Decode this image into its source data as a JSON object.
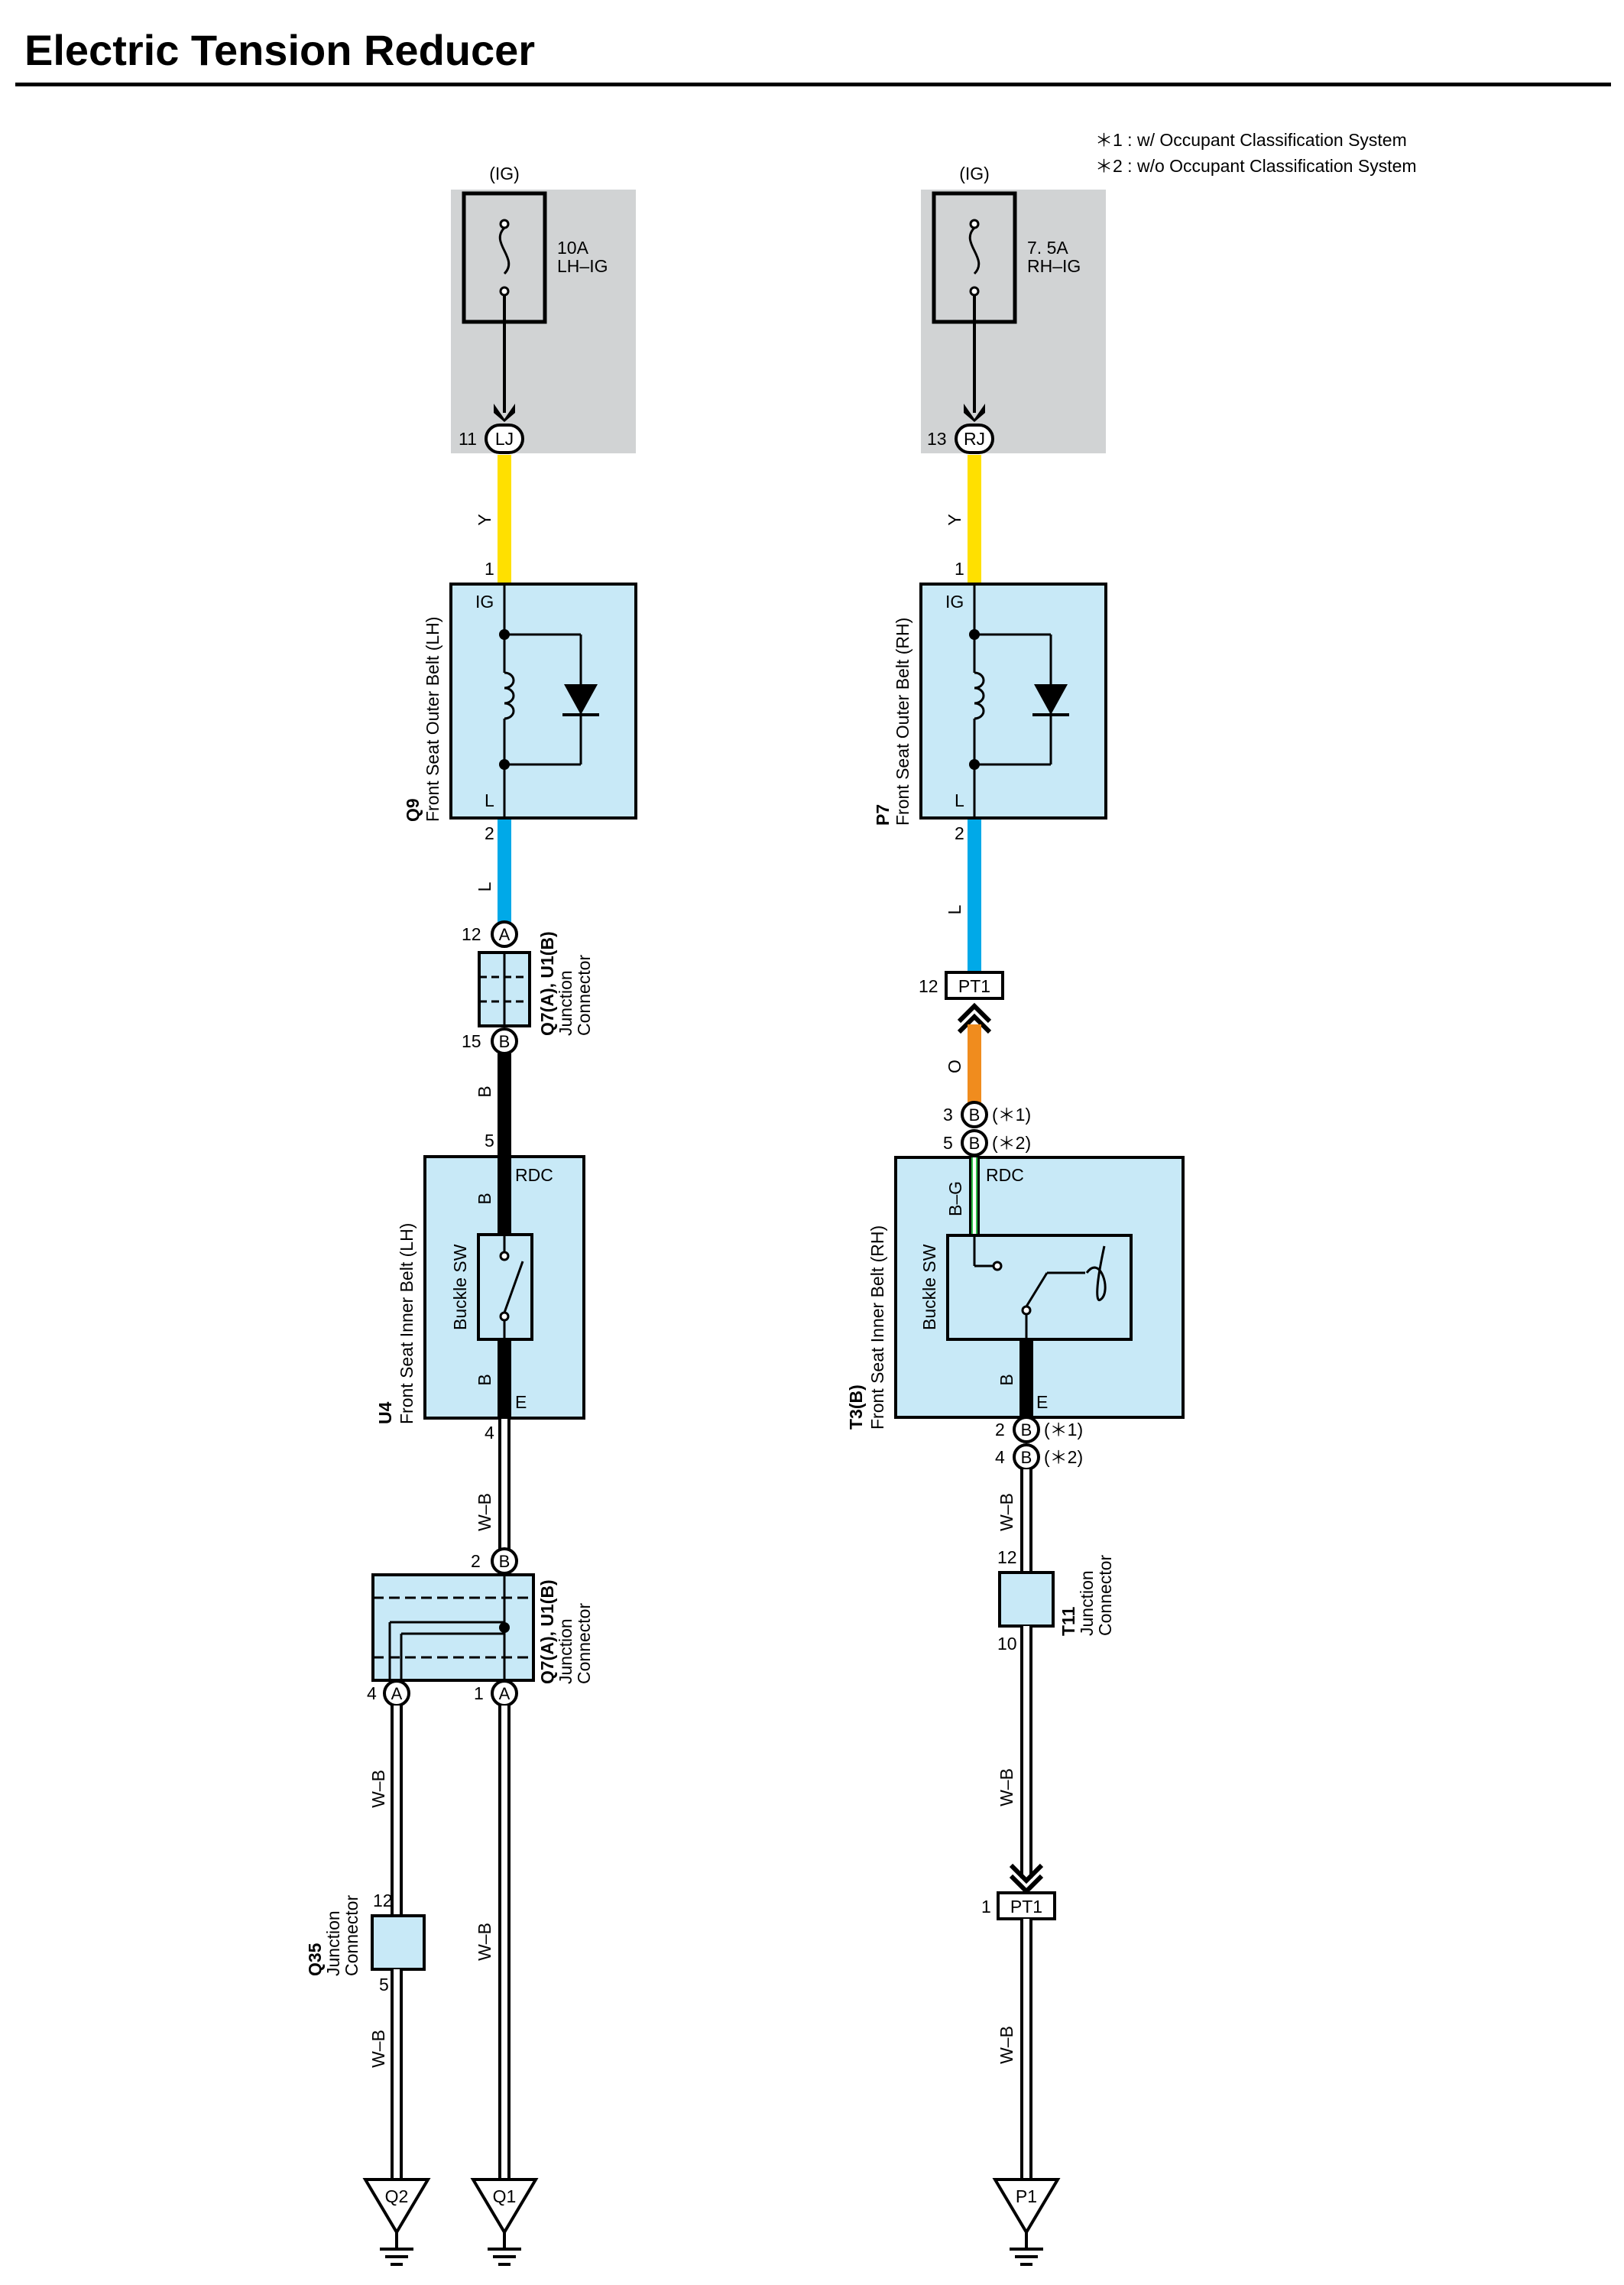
{
  "title": "Electric Tension Reducer",
  "notes": [
    "＊1 : w/ Occupant Classification System",
    "＊2 : w/o Occupant Classification System"
  ],
  "left": {
    "power": "(IG)",
    "fuse_amp": "10A",
    "fuse_name": "LH–IG",
    "j1": {
      "pin": "11",
      "code": "LJ"
    },
    "wire_y": "Y",
    "q9": {
      "pin_in": "1",
      "pin_out": "2",
      "ig": "IG",
      "l": "L",
      "id": "Q9",
      "name": "Front Seat Outer Belt (LH)"
    },
    "wire_l": "L",
    "jc1": {
      "pin_top": "12",
      "code_top": "A",
      "pin_bot": "15",
      "code_bot": "B",
      "id": "Q7(A), U1(B)",
      "name1": "Junction",
      "name2": "Connector"
    },
    "wire_b": "B",
    "u4": {
      "pin_in": "5",
      "pin_out": "4",
      "rdc": "RDC",
      "e": "E",
      "wire_top": "B",
      "wire_bot": "B",
      "sw": "Buckle SW",
      "id": "U4",
      "name": "Front Seat Inner Belt (LH)"
    },
    "wire_wb1": "W–B",
    "jc2": {
      "pin_top": "2",
      "code_top": "B",
      "pin_l": "4",
      "code_l": "A",
      "pin_r": "1",
      "code_r": "A",
      "id": "Q7(A), U1(B)",
      "name1": "Junction",
      "name2": "Connector"
    },
    "wire_wb2": "W–B",
    "wire_wb3": "W–B",
    "q35": {
      "pin_top": "12",
      "pin_bot": "5",
      "id": "Q35",
      "name1": "Junction",
      "name2": "Connector"
    },
    "wire_wb4": "W–B",
    "ground1": "Q2",
    "ground2": "Q1"
  },
  "right": {
    "power": "(IG)",
    "fuse_amp": "7. 5A",
    "fuse_name": "RH–IG",
    "j1": {
      "pin": "13",
      "code": "RJ"
    },
    "wire_y": "Y",
    "p7": {
      "pin_in": "1",
      "pin_out": "2",
      "ig": "IG",
      "l": "L",
      "id": "P7",
      "name": "Front Seat Outer Belt (RH)"
    },
    "wire_l": "L",
    "pt1_top": {
      "pin": "12",
      "code": "PT1"
    },
    "wire_o": "O",
    "t3_in1": {
      "pin": "3",
      "code": "B",
      "note": "(＊1)"
    },
    "t3_in2": {
      "pin": "5",
      "code": "B",
      "note": "(＊2)"
    },
    "t3": {
      "rdc": "RDC",
      "e": "E",
      "wire_top": "B–G",
      "wire_bot": "B",
      "sw": "Buckle SW",
      "id": "T3(B)",
      "name": "Front Seat Inner Belt (RH)"
    },
    "t3_out1": {
      "pin": "2",
      "code": "B",
      "note": "(＊1)"
    },
    "t3_out2": {
      "pin": "4",
      "code": "B",
      "note": "(＊2)"
    },
    "wire_wb1": "W–B",
    "t11": {
      "pin_top": "12",
      "pin_bot": "10",
      "id": "T11",
      "name1": "Junction",
      "name2": "Connector"
    },
    "wire_wb2": "W–B",
    "pt1_bot": {
      "pin": "1",
      "code": "PT1"
    },
    "wire_wb3": "W–B",
    "ground": "P1"
  },
  "colors": {
    "yellow": "#FFE000",
    "blue": "#00A9E8",
    "orange": "#F08C1E",
    "green": "#2FBF4A",
    "box_fill": "#C8E9F7",
    "fuse_bg": "#D1D3D4"
  }
}
